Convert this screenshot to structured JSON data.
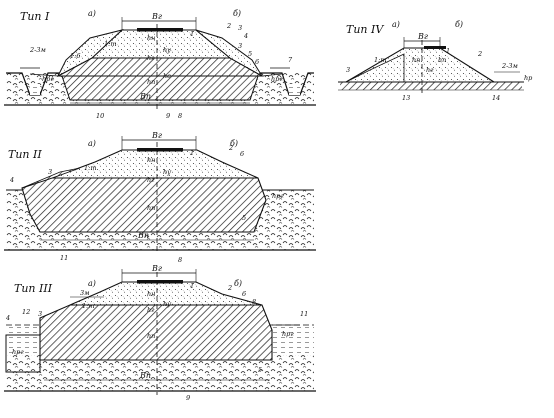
{
  "diagrams": [
    {
      "id": "type1",
      "title": "Тип I",
      "part_a": "а)",
      "part_b": "б)",
      "top_width": "Bг",
      "base_width": "Bп",
      "slope_1": "1:m",
      "slope_2": "1:6",
      "offset": "2-3м",
      "callouts": [
        "1",
        "2",
        "3",
        "4",
        "3",
        "5",
        "6",
        "7",
        "8",
        "9",
        "10"
      ],
      "dimensions": [
        "hн",
        "hг",
        "hп",
        "hу",
        "hрг",
        "hрг",
        "hс"
      ]
    },
    {
      "id": "type2",
      "title": "Тип II",
      "part_a": "а)",
      "part_b": "б)",
      "top_width": "Bг",
      "base_width": "Bп",
      "slope_1": "1:m",
      "callouts": [
        "1",
        "2",
        "3",
        "4",
        "5",
        "6",
        "8",
        "11"
      ],
      "dimensions": [
        "hн",
        "hг",
        "hп",
        "hу",
        "hрг"
      ]
    },
    {
      "id": "type3",
      "title": "Тип III",
      "part_a": "а)",
      "part_b": "б)",
      "top_width": "Bг",
      "base_width": "Bп",
      "slope_1": "1:m",
      "offset": "3м",
      "callouts": [
        "1",
        "2",
        "3",
        "4",
        "5",
        "6",
        "8",
        "9",
        "11",
        "12"
      ],
      "dimensions": [
        "hн",
        "hг",
        "hп",
        "hу",
        "hрг",
        "hрг"
      ]
    },
    {
      "id": "type4",
      "title": "Тип IV",
      "part_a": "а)",
      "part_b": "б)",
      "top_width": "Bг",
      "slope_1": "1:m",
      "offset": "2-3м",
      "callouts": [
        "1",
        "2",
        "3",
        "13",
        "14"
      ],
      "dimensions": [
        "hн",
        "hг",
        "hп",
        "hр"
      ]
    }
  ]
}
